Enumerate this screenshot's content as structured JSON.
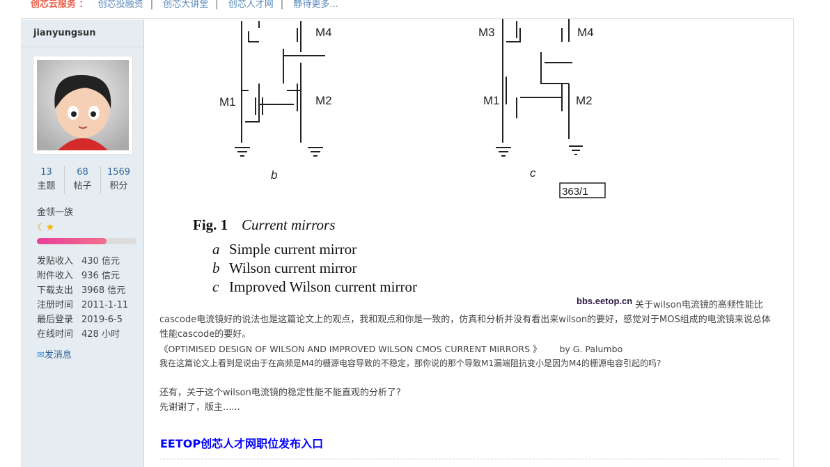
{
  "topbar": {
    "label": "创芯云服务 ：",
    "links": [
      "创芯投融资",
      "创芯大讲堂",
      "创芯人才网",
      "静待更多..."
    ]
  },
  "sidebar": {
    "username": "jianyungsun",
    "stats": [
      {
        "value": "13",
        "label": "主题"
      },
      {
        "value": "68",
        "label": "帖子"
      },
      {
        "value": "1569",
        "label": "积分"
      }
    ],
    "group": "金领一族",
    "level_progress": 0.7,
    "info": [
      {
        "k": "发贴收入",
        "v": "430 信元"
      },
      {
        "k": "附件收入",
        "v": "936 信元"
      },
      {
        "k": "下载支出",
        "v": "3968 信元"
      },
      {
        "k": "注册时间",
        "v": "2011-1-11"
      },
      {
        "k": "最后登录",
        "v": "2019-6-5"
      },
      {
        "k": "在线时间",
        "v": "428 小时"
      }
    ],
    "send_message": "发消息"
  },
  "figure": {
    "labels": {
      "m1": "M1",
      "m2": "M2",
      "m3": "M3",
      "m4": "M4",
      "b": "b",
      "c": "c",
      "code": "363/1"
    },
    "caption": "Fig. 1",
    "caption_title": "Current mirrors",
    "items": [
      {
        "k": "a",
        "t": "Simple current mirror"
      },
      {
        "k": "b",
        "t": "Wilson current mirror"
      },
      {
        "k": "c",
        "t": "Improved Wilson current mirror"
      }
    ],
    "watermark": "bbs.eetop.cn"
  },
  "post": {
    "line1": "关于wilson电流镜的高频性能比",
    "line2": "cascode电流镜好的说法也是这篇论文上的观点，我和观点和你是一致的，仿真和分析并没有看出来wilson的要好，感觉对于MOS组成的电流镜来说总体性能cascode的要好。",
    "paper": "《OPTIMISED DESIGN OF WILSON AND IMPROVED WILSON CMOS CURRENT MIRRORS 》",
    "author": "by  G. Palumbo",
    "question": "我在这篇论文上看到是说由于在高频是M4的栅源电容导致的不稳定，那你说的那个导致M1漏端阻抗变小是因为M4的栅源电容引起的吗?",
    "line3": "还有，关于这个wilson电流镜的稳定性能不能直观的分析了?",
    "line4": "先谢谢了，版主......"
  },
  "ad_link": "EETOP创芯人才网职位发布入口"
}
